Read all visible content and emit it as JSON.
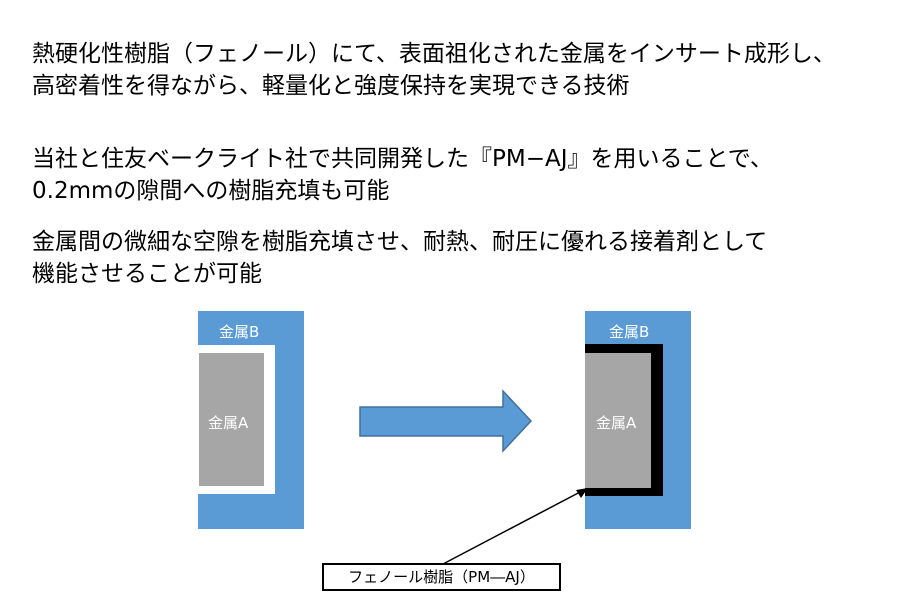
{
  "paragraphs": [
    {
      "lines": [
        "熱硬化性樹脂（フェノール）にて、表面祖化された金属をインサート成形し、",
        "高密着性を得ながら、軽量化と強度保持を実現できる技術"
      ]
    },
    {
      "lines": [
        "当社と住友ベークライト社で共同開発した『PM−AJ』を用いることで、",
        "0.2mmの隙間への樹脂充填も可能"
      ]
    },
    {
      "lines": [
        "金属間の微細な空隙を樹脂充填させ、耐熱、耐圧に優れる接着剤として",
        "機能させることが可能"
      ]
    }
  ],
  "diagram": {
    "before": {
      "metal_b_label": "金属B",
      "metal_a_label": "金属A"
    },
    "after": {
      "metal_b_label": "金属B",
      "metal_a_label": "金属A"
    },
    "callout_label": "フェノール樹脂（PM―AJ）"
  },
  "colors": {
    "metal_b": "#5b9bd5",
    "metal_a": "#a6a6a6",
    "resin": "#000000",
    "arrow": "#5b9bd5",
    "arrow_stroke": "#41719c"
  }
}
